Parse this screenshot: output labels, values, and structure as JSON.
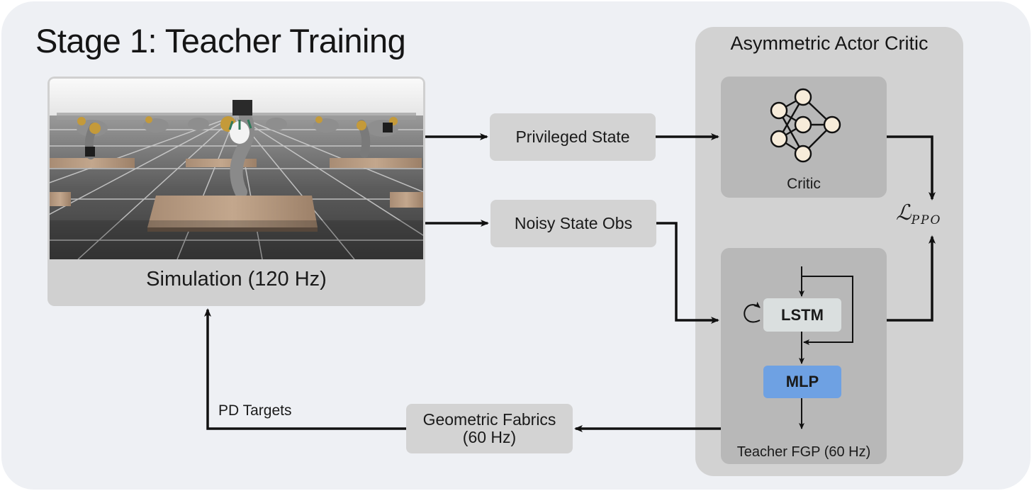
{
  "title": "Stage 1: Teacher Training",
  "simulation": {
    "label": "Simulation (120 Hz)"
  },
  "actor_critic": {
    "title": "Asymmetric Actor Critic",
    "critic_label": "Critic",
    "teacher_label": "Teacher FGP (60 Hz)",
    "lstm_label": "LSTM",
    "mlp_label": "MLP"
  },
  "inputs": {
    "privileged_state": "Privileged State",
    "noisy_state_obs": "Noisy State Obs"
  },
  "fabrics": {
    "line1": "Geometric Fabrics",
    "line2": "(60 Hz)"
  },
  "pd_targets": "PD Targets",
  "loss": {
    "symbol": "ℒ",
    "subscript": "PPO"
  },
  "colors": {
    "mlp": "#6ea1e3",
    "lstm": "#dadfdf",
    "panel": "#eef0f4"
  }
}
